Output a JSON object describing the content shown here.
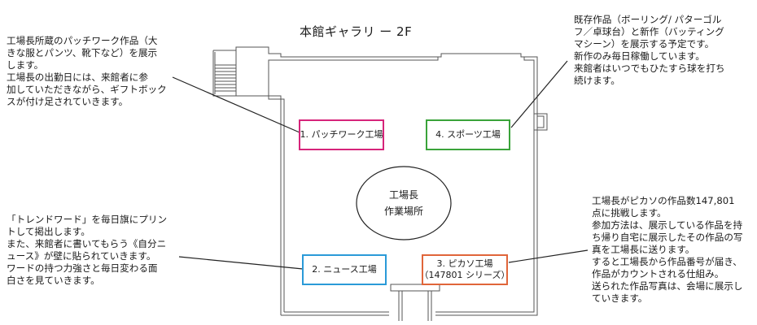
{
  "title": "本館ギャラリ ー 2F",
  "zones": {
    "patchwork": {
      "label": "1. パッチワーク工場",
      "color": "#d6247a"
    },
    "sports": {
      "label": "4. スポーツ工場",
      "color": "#3aa33a"
    },
    "news": {
      "label": "2. ニュース工場",
      "color": "#2a9ad8"
    },
    "picasso": {
      "label_line1": "3. ピカソ工場",
      "label_line2": "（147801 シリーズ）",
      "color": "#e0653a"
    }
  },
  "center": {
    "line1": "工場長",
    "line2": "作業場所"
  },
  "notes": {
    "patchwork": "工場長所蔵のパッチワーク作品（大\nきな服とパンツ、靴下など）を展示\nします。\n工場長の出勤日には、来館者に参\n加していただきながら、ギフトボック\nスが付け足されていきます。",
    "sports": "既存作品（ボーリング/ パターゴル\nフ／卓球台）と新作（バッティング\nマシーン）を展示する予定です。\n新作のみ毎日稼働しています。\n来館者はいつでもひたすら球を打ち\n続けます。",
    "news": "「トレンドワード」を毎日旗にプリン\nトして掲出します。\nまた、来館者に書いてもらう《自分ニ\nュース》が壁に貼られていきます。\nワードの持つ力強さと毎日変わる面\n白さを見ていきます。",
    "picasso": "工場長がピカソの作品数147,801\n点に挑戦します。\n参加方法は、展示している作品を持\nち帰り自宅に展示したその作品の写\n真を工場長に送ります。\nすると工場長から作品番号が届き、\n作品がカウントされる仕組み。\n送られた作品写真は、会場に展示し\nていきます。"
  }
}
